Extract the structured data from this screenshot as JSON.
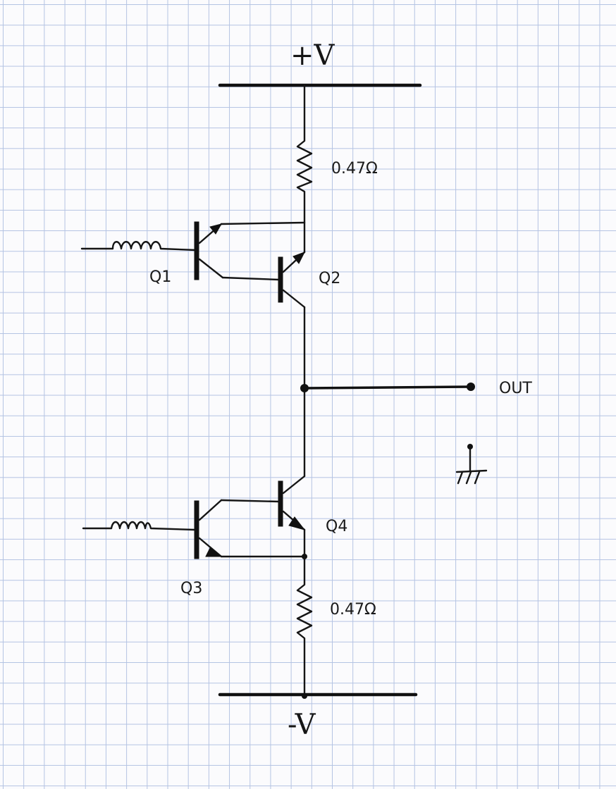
{
  "diagram": {
    "supply_positive": "+V",
    "supply_negative": "-V",
    "resistor_top_value": "0.47Ω",
    "resistor_bottom_value": "0.47Ω",
    "transistor_q1": "Q1",
    "transistor_q2": "Q2",
    "transistor_q3": "Q3",
    "transistor_q4": "Q4",
    "output_label": "OUT"
  }
}
